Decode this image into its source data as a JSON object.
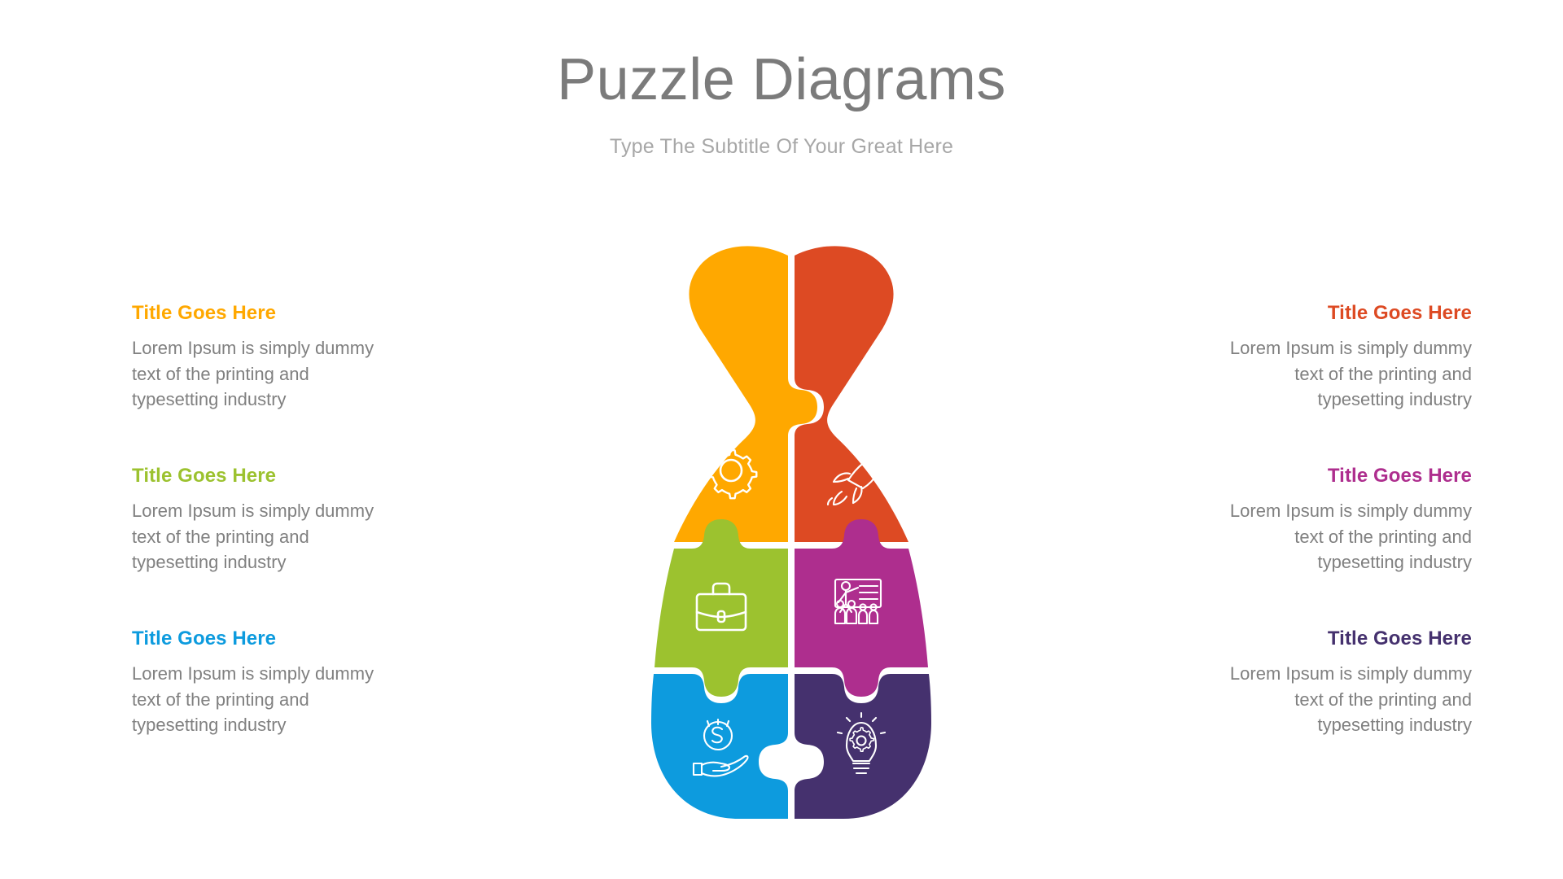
{
  "header": {
    "title": "Puzzle Diagrams",
    "subtitle": "Type The Subtitle Of Your Great Here",
    "title_color": "#7b7b7b",
    "subtitle_color": "#a7a7a7"
  },
  "body_text_color": "#808080",
  "background_color": "#ffffff",
  "pieces": [
    {
      "id": "top-left",
      "icon": "gear-icon",
      "color": "#FFA800",
      "side": "left",
      "slot": 0,
      "title": "Title Goes Here",
      "body": "Lorem Ipsum is simply dummy text of the printing and typesetting industry"
    },
    {
      "id": "middle-left",
      "icon": "briefcase-icon",
      "color": "#9CC22F",
      "side": "left",
      "slot": 1,
      "title": "Title Goes Here",
      "body": "Lorem Ipsum is simply dummy text of the printing and typesetting industry"
    },
    {
      "id": "bottom-left",
      "icon": "hand-coin-icon",
      "color": "#0D9BDE",
      "side": "left",
      "slot": 2,
      "title": "Title Goes Here",
      "body": "Lorem Ipsum is simply dummy text of the printing and typesetting industry"
    },
    {
      "id": "top-right",
      "icon": "rocket-icon",
      "color": "#DD4A23",
      "side": "right",
      "slot": 0,
      "title": "Title Goes Here",
      "body": "Lorem Ipsum is simply dummy text of the printing and typesetting industry"
    },
    {
      "id": "middle-right",
      "icon": "presentation-training-icon",
      "color": "#AE2E8E",
      "side": "right",
      "slot": 1,
      "title": "Title Goes Here",
      "body": "Lorem Ipsum is simply dummy text of the printing and typesetting industry"
    },
    {
      "id": "bottom-right",
      "icon": "lightbulb-gear-icon",
      "color": "#45316E",
      "side": "right",
      "slot": 2,
      "title": "Title Goes Here",
      "body": "Lorem Ipsum is simply dummy text of the printing and typesetting industry"
    }
  ]
}
